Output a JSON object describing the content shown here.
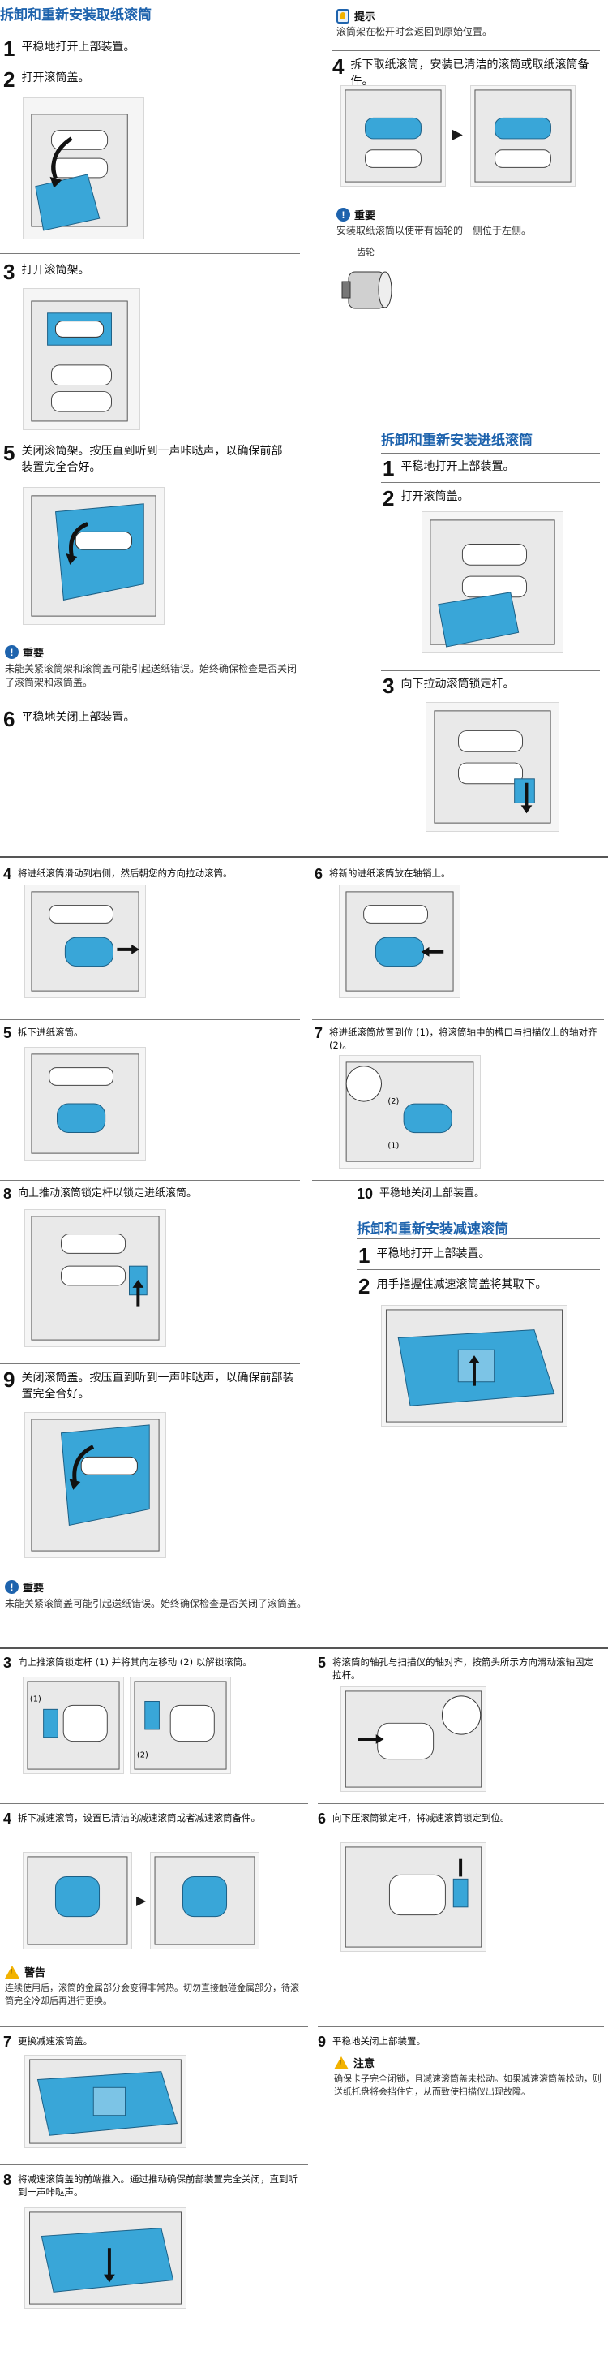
{
  "section1": {
    "title": "拆卸和重新安装取纸滚筒",
    "steps": [
      {
        "n": "1",
        "text": "平稳地打开上部装置。"
      },
      {
        "n": "2",
        "text": "打开滚筒盖。"
      },
      {
        "n": "3",
        "text": "打开滚筒架。"
      },
      {
        "n": "5",
        "text": "关闭滚筒架。按压直到听到一声咔哒声，以确保前部装置完全合好。"
      },
      {
        "n": "6",
        "text": "平稳地关闭上部装置。"
      }
    ],
    "important": {
      "title": "重要",
      "text": "未能关紧滚筒架和滚筒盖可能引起送纸错误。始终确保检查是否关闭了滚筒架和滚筒盖。"
    }
  },
  "right_top": {
    "hint": {
      "title": "提示",
      "text": "滚筒架在松开时会返回到原始位置。"
    },
    "step4": {
      "n": "4",
      "text": "拆下取纸滚筒，安装已清洁的滚筒或取纸滚筒备件。"
    },
    "important": {
      "title": "重要",
      "text": "安装取纸滚筒以使带有齿轮的一侧位于左侧。",
      "gear_label": "齿轮"
    }
  },
  "section2": {
    "title": "拆卸和重新安装进纸滚筒",
    "steps": [
      {
        "n": "1",
        "text": "平稳地打开上部装置。"
      },
      {
        "n": "2",
        "text": "打开滚筒盖。"
      },
      {
        "n": "3",
        "text": "向下拉动滚筒锁定杆。"
      }
    ]
  },
  "feed_steps": [
    {
      "n": "4",
      "text": "将进纸滚筒滑动到右侧，然后朝您的方向拉动滚筒。"
    },
    {
      "n": "6",
      "text": "将新的进纸滚筒放在轴销上。"
    },
    {
      "n": "5",
      "text": "拆下进纸滚筒。"
    },
    {
      "n": "7",
      "text": "将进纸滚筒放置到位 (1)，将滚筒轴中的槽口与扫描仪上的轴对齐 (2)。"
    },
    {
      "n": "8",
      "text": "向上推动滚筒锁定杆以锁定进纸滚筒。"
    },
    {
      "n": "9",
      "text": "关闭滚筒盖。按压直到听到一声咔哒声，以确保前部装置完全合好。"
    },
    {
      "n": "10",
      "text": "平稳地关闭上部装置。"
    }
  ],
  "feed_important": {
    "title": "重要",
    "text": "未能关紧滚筒盖可能引起送纸错误。始终确保检查是否关闭了滚筒盖。"
  },
  "section3": {
    "title": "拆卸和重新安装减速滚筒",
    "steps": [
      {
        "n": "1",
        "text": "平稳地打开上部装置。"
      },
      {
        "n": "2",
        "text": "用手指握住减速滚筒盖将其取下。"
      }
    ]
  },
  "retard_steps": [
    {
      "n": "3",
      "text": "向上推滚筒锁定杆 (1) 并将其向左移动 (2) 以解锁滚筒。"
    },
    {
      "n": "5",
      "text": "将滚筒的轴孔与扫描仪的轴对齐，按箭头所示方向滑动滚轴固定拉杆。"
    },
    {
      "n": "4",
      "text": "拆下减速滚筒，设置已清洁的减速滚筒或者减速滚筒备件。"
    },
    {
      "n": "6",
      "text": "向下压滚筒锁定杆，将减速滚筒锁定到位。"
    },
    {
      "n": "7",
      "text": "更换减速滚筒盖。"
    },
    {
      "n": "9",
      "text": "平稳地关闭上部装置。"
    },
    {
      "n": "8",
      "text": "将减速滚筒盖的前端推入。通过推动确保前部装置完全关闭，直到听到一声咔哒声。"
    }
  ],
  "warning": {
    "title": "警告",
    "text": "连续使用后，滚筒的金属部分会变得非常热。切勿直接触碰金属部分，待滚筒完全冷却后再进行更换。"
  },
  "caution": {
    "title": "注意",
    "text": "确保卡子完全闭锁，且减速滚筒盖未松动。如果减速滚筒盖松动，则送纸托盘将会挡住它，从而致使扫描仪出现故障。"
  },
  "figure_labels": {
    "one": "(1)",
    "two": "(2)",
    "arrow": "▶"
  },
  "colors": {
    "heading": "#1e63ad",
    "accent_part": "#39a6d8",
    "machine": "#e9e9e9"
  }
}
